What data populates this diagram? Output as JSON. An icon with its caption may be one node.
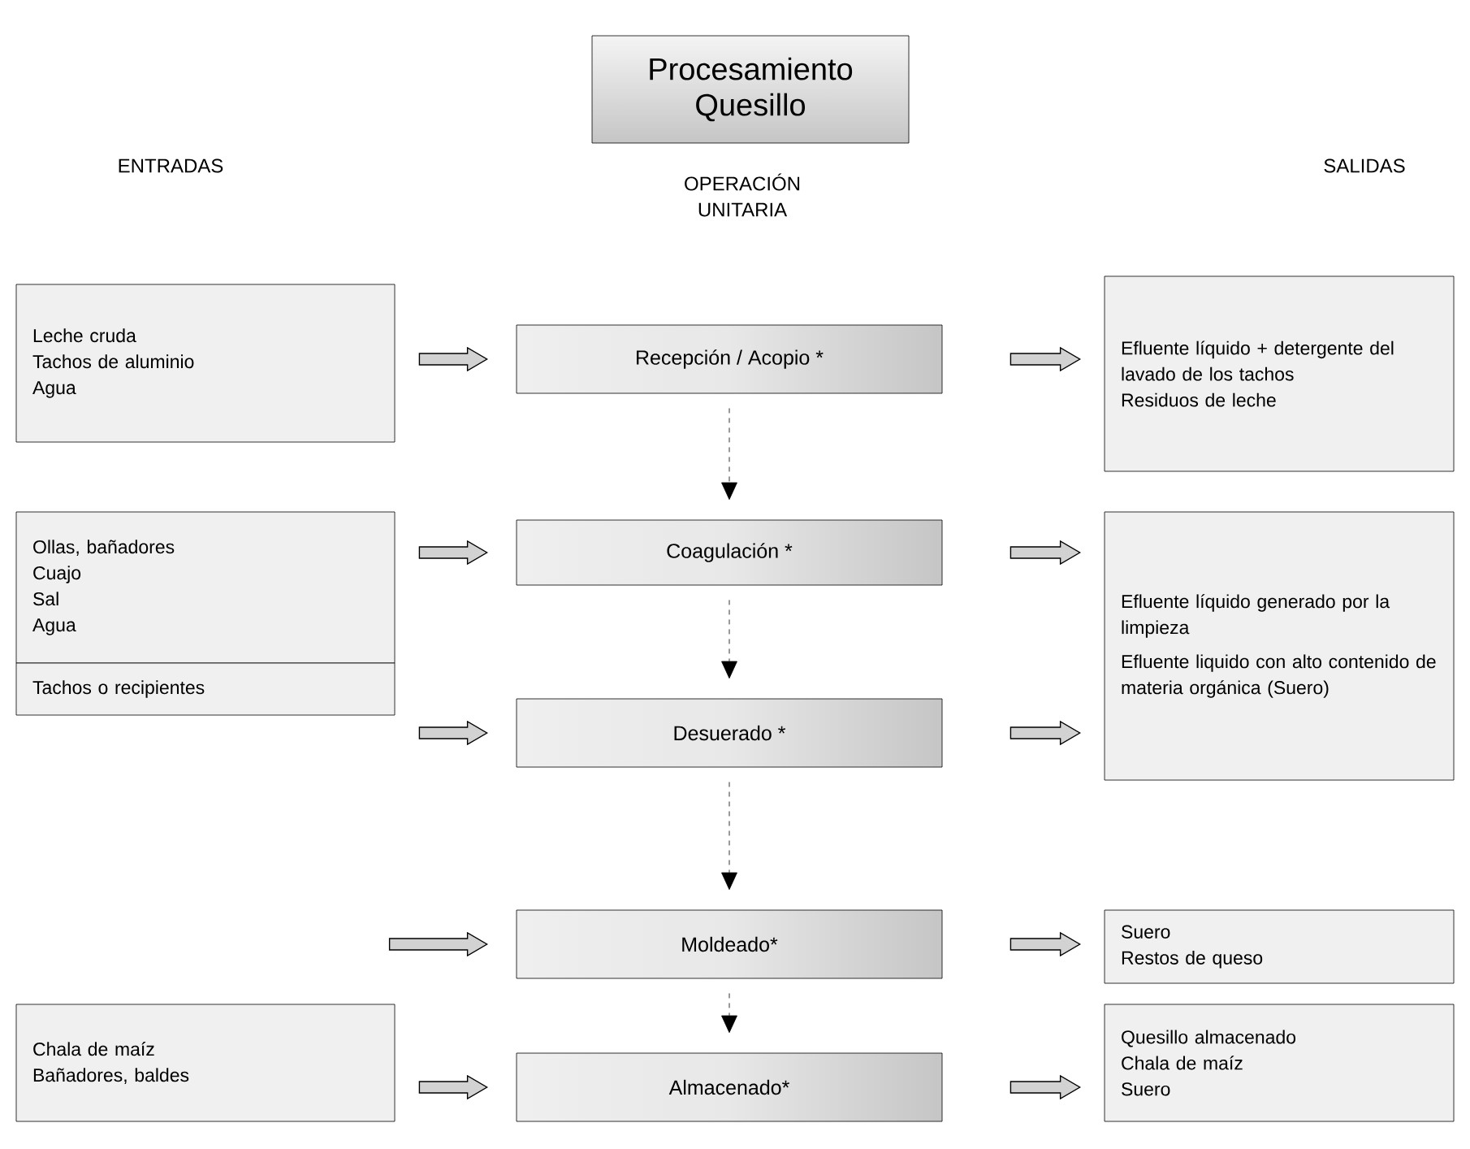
{
  "diagram": {
    "title": "Procesamiento Quesillo",
    "nodes": [
      {
        "text": [
          "Leche cruda",
          "Tachos de aluminio",
          "Agua"
        ]
      },
      {
        "text": [
          "Recepción / Acopio *"
        ]
      },
      {
        "text": [
          "Efluente líquido + detergente del lavado de los tachos",
          "Residuos de leche"
        ]
      },
      {
        "text": [
          "Ollas, bañadores",
          "Cuajo",
          "Sal",
          "Agua"
        ]
      },
      {
        "text": [
          "Coagulación *"
        ]
      },
      {
        "text": [
          "Efluente líquido generado por la limpieza",
          "Efluente liquido con alto contenido de materia orgánica (Suero)"
        ]
      },
      {
        "text": [
          "Tachos o recipientes"
        ]
      },
      {
        "text": [
          "Desuerado *"
        ]
      },
      {
        "text": [
          "Moldeado*"
        ]
      },
      {
        "text": [
          "Suero",
          "Restos de queso"
        ]
      },
      {
        "text": [
          "Chala de maíz",
          "Bañadores, baldes"
        ]
      },
      {
        "text": [
          "Almacenado*"
        ]
      },
      {
        "text": [
          "Quesillo almacenado",
          "Chala de maíz",
          "Suero"
        ]
      }
    ],
    "edges": [
      {
        "from": 0,
        "to": 1,
        "arrow": "to"
      },
      {
        "from": 1,
        "to": 2,
        "arrow": "to"
      },
      {
        "from": 1,
        "to": 4,
        "arrow": "to",
        "style": "dashed"
      },
      {
        "from": 3,
        "to": 4,
        "arrow": "to"
      },
      {
        "from": 4,
        "to": 5,
        "arrow": "to"
      },
      {
        "from": 4,
        "to": 7,
        "arrow": "to",
        "style": "dashed"
      },
      {
        "from": 6,
        "to": 7,
        "arrow": "to"
      },
      {
        "from": 7,
        "to": 5,
        "arrow": "to"
      },
      {
        "from": 7,
        "to": 8,
        "arrow": "to",
        "style": "dashed"
      },
      {
        "from": null,
        "to": 8,
        "arrow": "to"
      },
      {
        "from": 8,
        "to": 9,
        "arrow": "to"
      },
      {
        "from": 8,
        "to": 11,
        "arrow": "to",
        "style": "dashed"
      },
      {
        "from": 10,
        "to": 11,
        "arrow": "to"
      },
      {
        "from": 11,
        "to": 12,
        "arrow": "to"
      }
    ],
    "labels": [
      "ENTRADAS",
      "OPERACIÓN UNITARIA",
      "SALIDAS"
    ]
  }
}
